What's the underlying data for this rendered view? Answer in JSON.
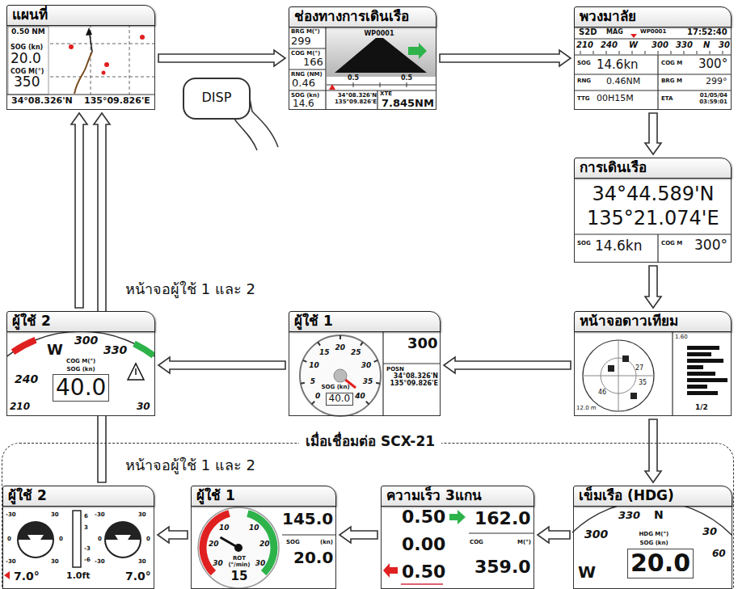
{
  "diagram": {
    "nodes": [
      {
        "text": [
          "แผนที่",
          "0.50 NM",
          "SOG (kn)",
          "20.0",
          "COG M(°)",
          "350",
          "34°08.326'N",
          "135°09.826'E"
        ]
      },
      {
        "text": [
          "DISP"
        ]
      },
      {
        "text": [
          "ช่องทางการเดินเรือ",
          "BRG M(°)",
          "299",
          "WP0001",
          "COG M(°)",
          "166",
          "RNG (NM)",
          "0.46",
          "0.5",
          "0.5",
          "SOG (kn)",
          "14.6",
          "34°08.326'N 135°09.826'E",
          "XTE",
          "7.845NM"
        ]
      },
      {
        "text": [
          "พวงมาลัย",
          "S2D",
          "MAG",
          "WP0001",
          "17:52:40",
          "210",
          "240",
          "W",
          "300",
          "330",
          "N",
          "30",
          "SOG",
          "14.6kn",
          "COG M",
          "300°",
          "RNG",
          "0.46NM",
          "BRG M",
          "299°",
          "TTG",
          "00H15M",
          "ETA",
          "01/05/04 03:59:01"
        ]
      },
      {
        "text": [
          "การเดินเรือ",
          "34°44.589'N",
          "135°21.074'E",
          "SOG",
          "14.6kn",
          "COG M",
          "300°"
        ]
      },
      {
        "text": [
          "หน้าจอดาวเทียม",
          "1.60",
          "27",
          "35",
          "46",
          "12.0 m",
          "1/2"
        ]
      },
      {
        "text": [
          "ผู้ใช้ 1",
          "0",
          "5",
          "10",
          "15",
          "20",
          "25",
          "30",
          "35",
          "40",
          "SOG (kn)",
          "40.0",
          "300",
          "POSN",
          "34°08.326'N 135°09.826'E"
        ]
      },
      {
        "text": [
          "ผู้ใช้ 2",
          "W",
          "300",
          "330",
          "240",
          "210",
          "30",
          "COG M(°)",
          "SOG (kn)",
          "40.0"
        ]
      },
      {
        "text": [
          "เมื่อเชื่อมต่อ SCX-21"
        ]
      },
      {
        "text": [
          "เข็มเรือ (HDG)",
          "330",
          "N",
          "30",
          "300",
          "HDG M(°)",
          "SOG (kn)",
          "W",
          "60",
          "20.0"
        ],
        "in": 8
      },
      {
        "text": [
          "ความเร็ว 3แกน",
          "0.50",
          "162.0",
          "0.00",
          "COG",
          "M(°)",
          "0.50",
          "359.0"
        ],
        "in": 8
      },
      {
        "text": [
          "ผู้ใช้ 1",
          "10",
          "20",
          "30",
          "10",
          "20",
          "30",
          "ROT (°/min)",
          "15",
          "145.0",
          "SOG",
          "(kn)",
          "20.0"
        ],
        "in": 8
      },
      {
        "text": [
          "ผู้ใช้ 2",
          "-30",
          "30",
          "0",
          "0",
          "-30",
          "30",
          "6",
          "3",
          "-3",
          "-6",
          "-30",
          "30",
          "0",
          "0",
          "-30",
          "30",
          "7.0°",
          "1.0ft",
          "7.0°"
        ],
        "in": 8
      }
    ],
    "edges": [
      {
        "from": 0,
        "to": 2,
        "arrow": "to"
      },
      {
        "from": 2,
        "to": 3,
        "arrow": "to"
      },
      {
        "from": 3,
        "to": 4,
        "arrow": "to"
      },
      {
        "from": 4,
        "to": 5,
        "arrow": "to"
      },
      {
        "from": 5,
        "to": 6,
        "arrow": "to"
      },
      {
        "from": 6,
        "to": 7,
        "arrow": "to"
      },
      {
        "from": 7,
        "to": 0,
        "arrow": "to"
      },
      {
        "from": 12,
        "to": 0,
        "arrow": "to"
      },
      {
        "from": 5,
        "to": 9,
        "arrow": "to"
      },
      {
        "from": 9,
        "to": 10,
        "arrow": "to"
      },
      {
        "from": 10,
        "to": 11,
        "arrow": "to"
      },
      {
        "from": 11,
        "to": 12,
        "arrow": "to"
      }
    ],
    "labels": [
      "หน้าจอผู้ใช้ 1 และ 2",
      "หน้าจอผู้ใช้ 1 และ 2"
    ]
  }
}
